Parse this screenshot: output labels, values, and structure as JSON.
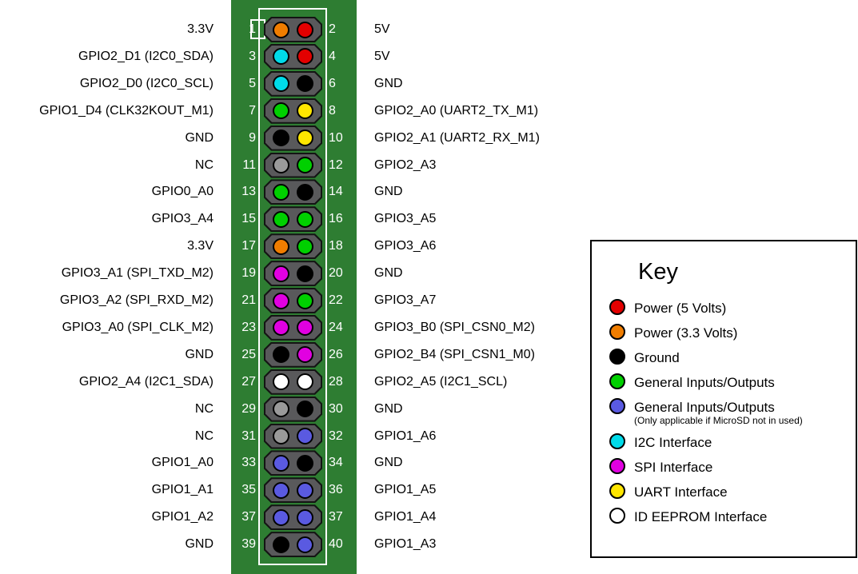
{
  "colors": {
    "red": "#e30000",
    "orange": "#f07d00",
    "black": "#000000",
    "green": "#00d000",
    "blue": "#5a5ae1",
    "cyan": "#00dbe9",
    "magenta": "#e100e1",
    "yellow": "#ffe600",
    "white": "#ffffff",
    "nc": "#9a9a9a",
    "board_green": "#2e7d32",
    "connector_gray": "#59595b"
  },
  "board": {
    "rows": [
      {
        "left_label": "3.3V",
        "left_pin": "1",
        "left_color": "orange",
        "right_pin": "2",
        "right_color": "red",
        "right_label": "5V"
      },
      {
        "left_label": "GPIO2_D1 (I2C0_SDA)",
        "left_pin": "3",
        "left_color": "cyan",
        "right_pin": "4",
        "right_color": "red",
        "right_label": "5V"
      },
      {
        "left_label": "GPIO2_D0 (I2C0_SCL)",
        "left_pin": "5",
        "left_color": "cyan",
        "right_pin": "6",
        "right_color": "black",
        "right_label": "GND"
      },
      {
        "left_label": "GPIO1_D4 (CLK32KOUT_M1)",
        "left_pin": "7",
        "left_color": "green",
        "right_pin": "8",
        "right_color": "yellow",
        "right_label": "GPIO2_A0 (UART2_TX_M1)"
      },
      {
        "left_label": "GND",
        "left_pin": "9",
        "left_color": "black",
        "right_pin": "10",
        "right_color": "yellow",
        "right_label": "GPIO2_A1 (UART2_RX_M1)"
      },
      {
        "left_label": "NC",
        "left_pin": "11",
        "left_color": "nc",
        "right_pin": "12",
        "right_color": "green",
        "right_label": "GPIO2_A3"
      },
      {
        "left_label": "GPIO0_A0",
        "left_pin": "13",
        "left_color": "green",
        "right_pin": "14",
        "right_color": "black",
        "right_label": "GND"
      },
      {
        "left_label": "GPIO3_A4",
        "left_pin": "15",
        "left_color": "green",
        "right_pin": "16",
        "right_color": "green",
        "right_label": "GPIO3_A5"
      },
      {
        "left_label": "3.3V",
        "left_pin": "17",
        "left_color": "orange",
        "right_pin": "18",
        "right_color": "green",
        "right_label": "GPIO3_A6"
      },
      {
        "left_label": "GPIO3_A1 (SPI_TXD_M2)",
        "left_pin": "19",
        "left_color": "magenta",
        "right_pin": "20",
        "right_color": "black",
        "right_label": "GND"
      },
      {
        "left_label": "GPIO3_A2 (SPI_RXD_M2)",
        "left_pin": "21",
        "left_color": "magenta",
        "right_pin": "22",
        "right_color": "green",
        "right_label": "GPIO3_A7"
      },
      {
        "left_label": "GPIO3_A0 (SPI_CLK_M2)",
        "left_pin": "23",
        "left_color": "magenta",
        "right_pin": "24",
        "right_color": "magenta",
        "right_label": "GPIO3_B0 (SPI_CSN0_M2)"
      },
      {
        "left_label": "GND",
        "left_pin": "25",
        "left_color": "black",
        "right_pin": "26",
        "right_color": "magenta",
        "right_label": "GPIO2_B4 (SPI_CSN1_M0)"
      },
      {
        "left_label": "GPIO2_A4 (I2C1_SDA)",
        "left_pin": "27",
        "left_color": "white",
        "right_pin": "28",
        "right_color": "white",
        "right_label": "GPIO2_A5 (I2C1_SCL)"
      },
      {
        "left_label": "NC",
        "left_pin": "29",
        "left_color": "nc",
        "right_pin": "30",
        "right_color": "black",
        "right_label": "GND"
      },
      {
        "left_label": "NC",
        "left_pin": "31",
        "left_color": "nc",
        "right_pin": "32",
        "right_color": "blue",
        "right_label": "GPIO1_A6"
      },
      {
        "left_label": "GPIO1_A0",
        "left_pin": "33",
        "left_color": "blue",
        "right_pin": "34",
        "right_color": "black",
        "right_label": "GND"
      },
      {
        "left_label": "GPIO1_A1",
        "left_pin": "35",
        "left_color": "blue",
        "right_pin": "36",
        "right_color": "blue",
        "right_label": "GPIO1_A5"
      },
      {
        "left_label": "GPIO1_A2",
        "left_pin": "37",
        "left_color": "blue",
        "right_pin": "37",
        "right_color": "blue",
        "right_label": "GPIO1_A4"
      },
      {
        "left_label": "GND",
        "left_pin": "39",
        "left_color": "black",
        "right_pin": "40",
        "right_color": "blue",
        "right_label": "GPIO1_A3"
      }
    ]
  },
  "key": {
    "title": "Key",
    "entries": [
      {
        "color": "red",
        "label": "Power (5 Volts)"
      },
      {
        "color": "orange",
        "label": "Power (3.3 Volts)"
      },
      {
        "color": "black",
        "label": "Ground"
      },
      {
        "color": "green",
        "label": "General Inputs/Outputs"
      },
      {
        "color": "blue",
        "label": "General Inputs/Outputs",
        "note": "(Only applicable if MicroSD not in used)"
      },
      {
        "color": "cyan",
        "label": "I2C Interface"
      },
      {
        "color": "magenta",
        "label": "SPI Interface"
      },
      {
        "color": "yellow",
        "label": "UART Interface"
      },
      {
        "color": "white",
        "label": "ID EEPROM Interface"
      }
    ]
  }
}
